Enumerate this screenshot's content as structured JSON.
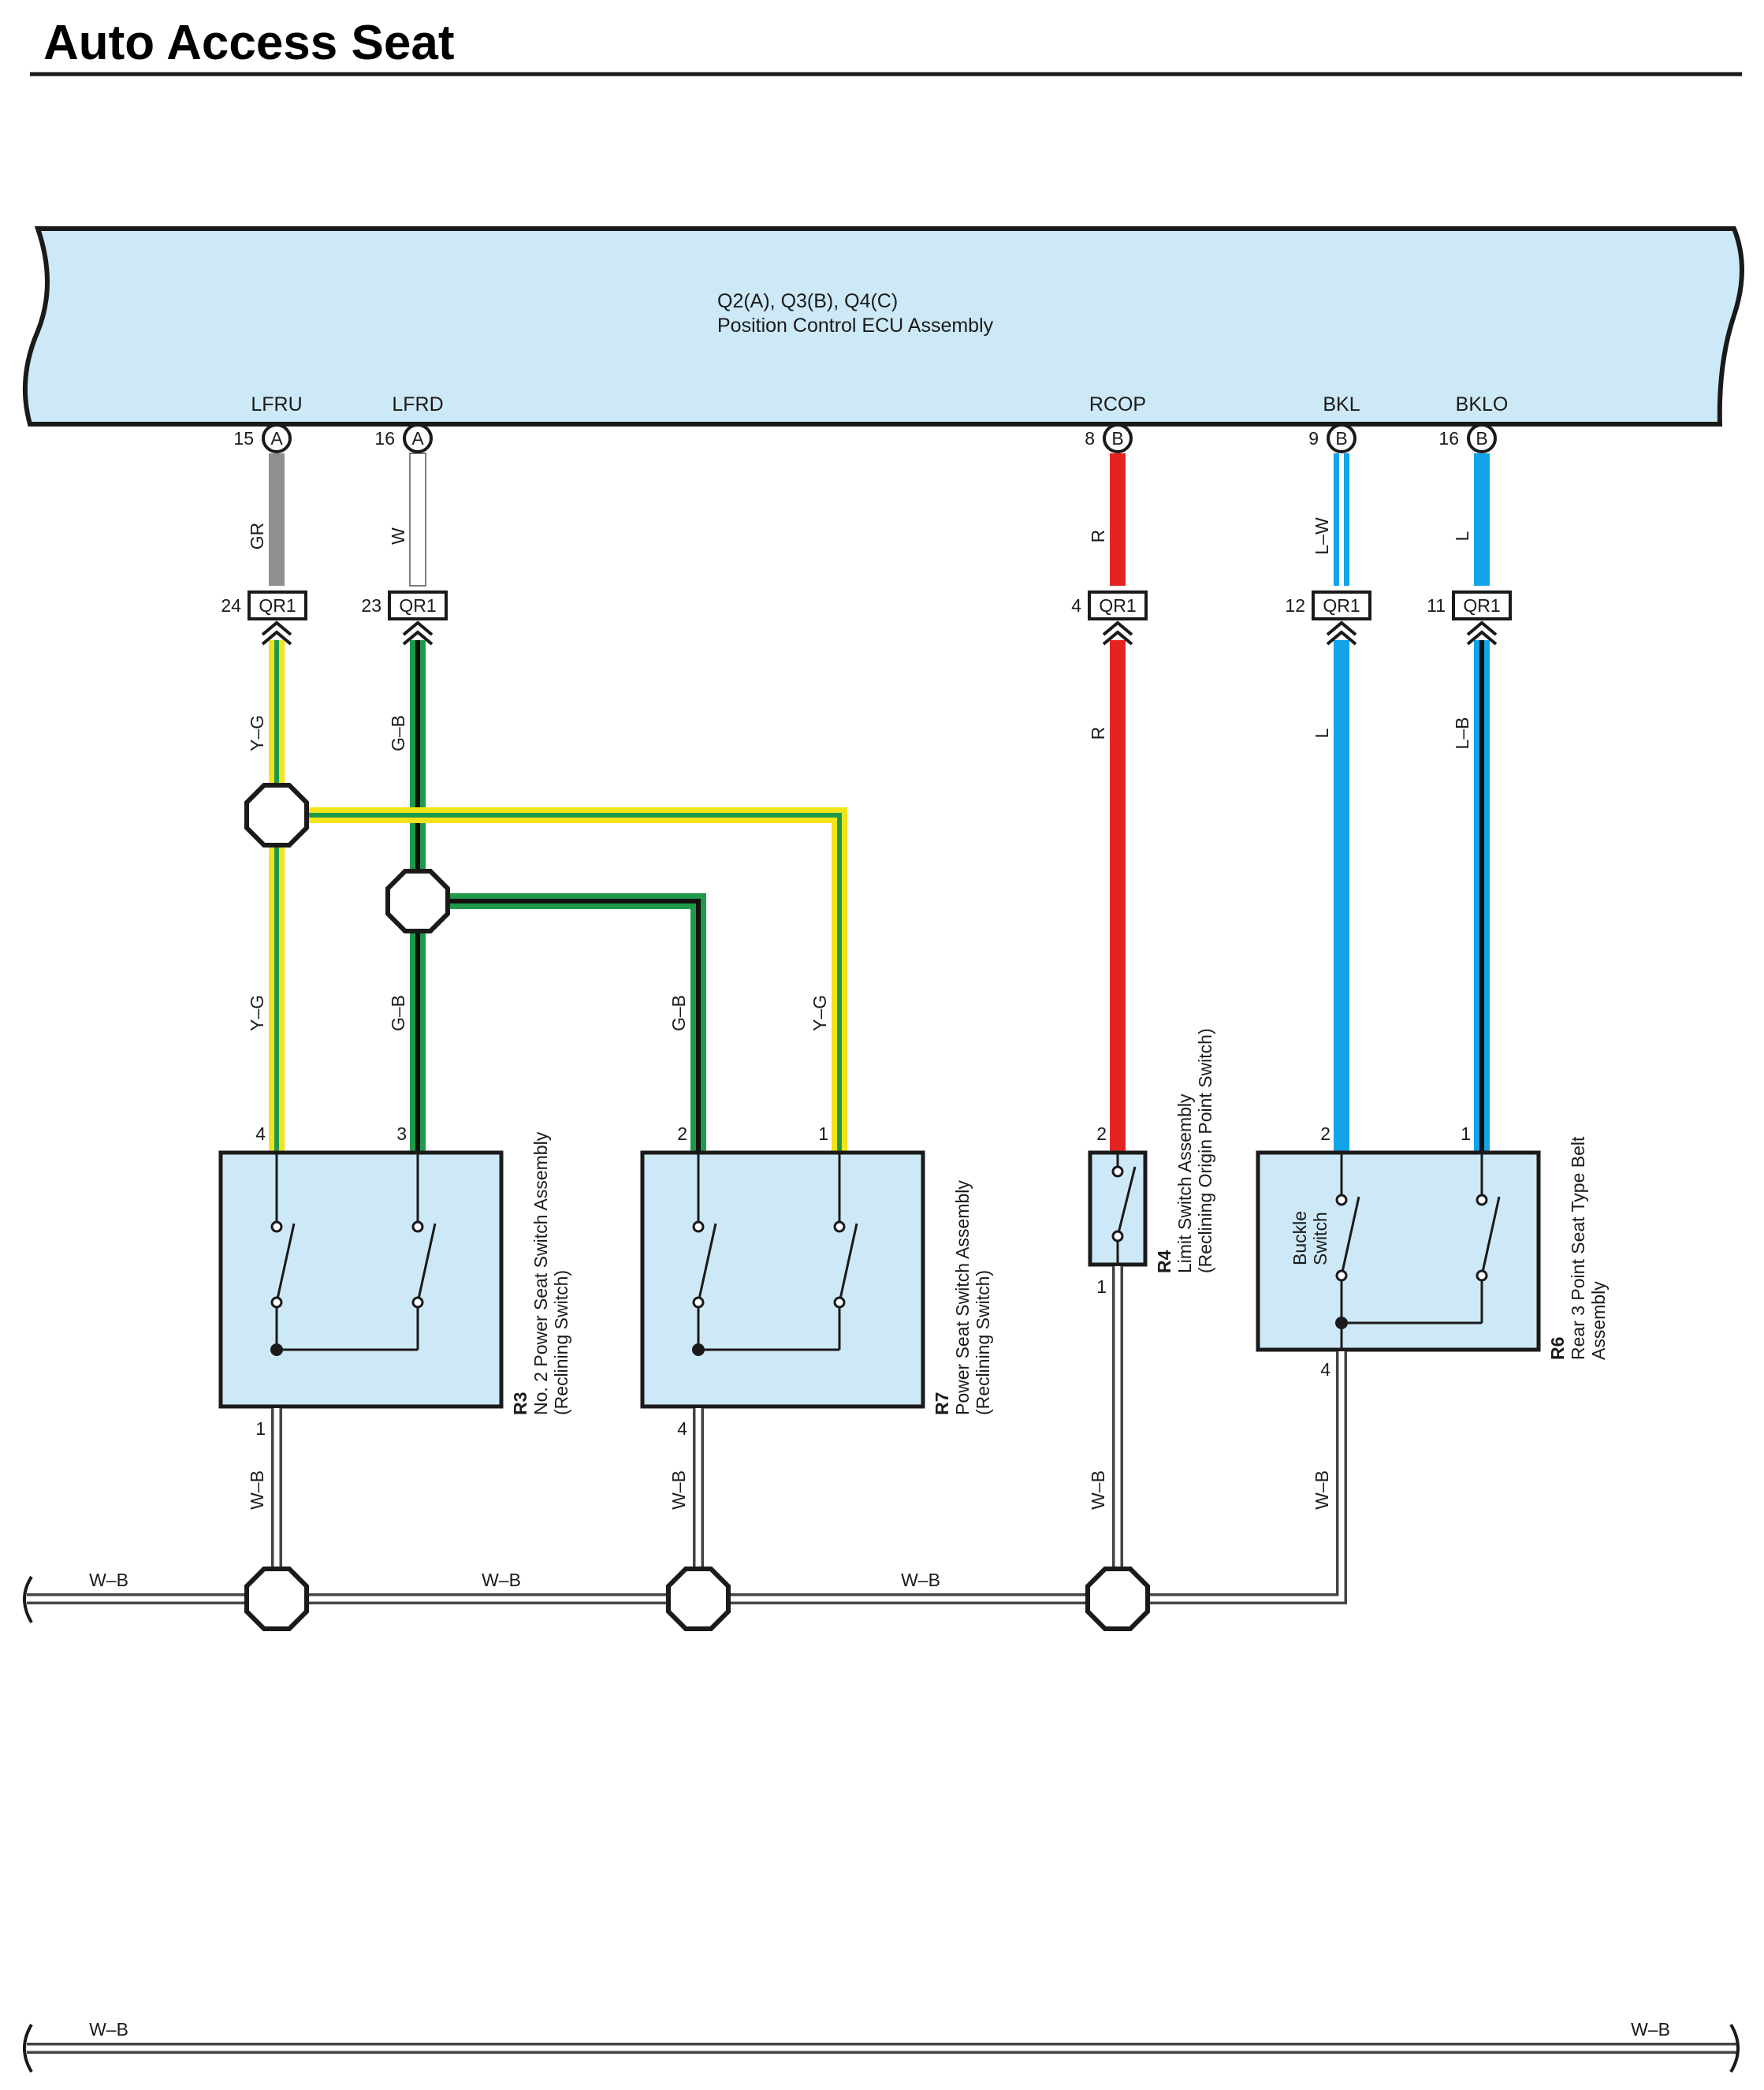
{
  "title": "Auto Access Seat",
  "ecu": {
    "code": "Q2(A), Q3(B), Q4(C)",
    "name": "Position Control ECU Assembly"
  },
  "ecu_terminals": [
    {
      "signal": "LFRU",
      "pin": "15",
      "connector": "A"
    },
    {
      "signal": "LFRD",
      "pin": "16",
      "connector": "A"
    },
    {
      "signal": "RCOP",
      "pin": "8",
      "connector": "B"
    },
    {
      "signal": "BKL",
      "pin": "9",
      "connector": "B"
    },
    {
      "signal": "BKLO",
      "pin": "16",
      "connector": "B"
    }
  ],
  "junctions": [
    {
      "pin": "24",
      "name": "QR1"
    },
    {
      "pin": "23",
      "name": "QR1"
    },
    {
      "pin": "4",
      "name": "QR1"
    },
    {
      "pin": "12",
      "name": "QR1"
    },
    {
      "pin": "11",
      "name": "QR1"
    }
  ],
  "wires_upper": [
    "GR",
    "W",
    "R",
    "L–W",
    "L"
  ],
  "wires_lower": [
    "Y–G",
    "G–B",
    "R",
    "L",
    "L–B"
  ],
  "wires_mid": [
    "Y–G",
    "G–B",
    "G–B",
    "Y–G"
  ],
  "ground_wire": "W–B",
  "components": {
    "r3": {
      "code": "R3",
      "name": "No. 2 Power Seat Switch Assembly",
      "sub": "(Reclining Switch)",
      "pins": [
        "4",
        "3",
        "1"
      ]
    },
    "r7": {
      "code": "R7",
      "name": "Power Seat Switch Assembly",
      "sub": "(Reclining Switch)",
      "pins": [
        "2",
        "1",
        "4"
      ]
    },
    "r4": {
      "code": "R4",
      "name": "Limit Switch Assembly",
      "sub": "(Reclining Origin Point Switch)",
      "pins": [
        "2",
        "1"
      ]
    },
    "r6": {
      "code": "R6",
      "name": "Rear 3 Point Seat Type Belt",
      "sub": "Assembly",
      "pins": [
        "2",
        "1",
        "4"
      ],
      "inner1": "Buckle",
      "inner2": "Switch"
    }
  },
  "colors": {
    "ecu_fill": "#cde9f7",
    "gray": "#8f8f8f",
    "red": "#e52421",
    "blue": "#12a3e8",
    "yellow": "#f5e31a",
    "green": "#1f9a4a"
  }
}
